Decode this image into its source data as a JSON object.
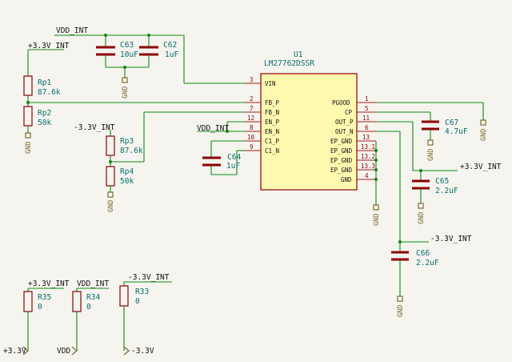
{
  "ic": {
    "ref": "U1",
    "value": "LM27762DSSR",
    "pins": [
      {
        "num": "3",
        "name": "VIN"
      },
      {
        "num": "2",
        "name": "FB_P"
      },
      {
        "num": "7",
        "name": "FB_N"
      },
      {
        "num": "12",
        "name": "EN_P"
      },
      {
        "num": "8",
        "name": "EN_N"
      },
      {
        "num": "10",
        "name": "C1_P"
      },
      {
        "num": "9",
        "name": "C1_N"
      },
      {
        "num": "1",
        "name": "PGOOD"
      },
      {
        "num": "5",
        "name": "CP"
      },
      {
        "num": "11",
        "name": "OUT_P"
      },
      {
        "num": "6",
        "name": "OUT_N"
      },
      {
        "num": "13",
        "name": "EP_GND"
      },
      {
        "num": "13.1",
        "name": "EP_GND"
      },
      {
        "num": "13.2",
        "name": "EP_GND"
      },
      {
        "num": "13.3",
        "name": "EP_GND"
      },
      {
        "num": "4",
        "name": "GND"
      }
    ]
  },
  "capacitors": [
    {
      "ref": "C63",
      "value": "10uF"
    },
    {
      "ref": "C62",
      "value": "1uF"
    },
    {
      "ref": "C64",
      "value": "1uF"
    },
    {
      "ref": "C67",
      "value": "4.7uF"
    },
    {
      "ref": "C65",
      "value": "2.2uF"
    },
    {
      "ref": "C66",
      "value": "2.2uF"
    }
  ],
  "resistors": [
    {
      "ref": "Rp1",
      "value": "87.6k"
    },
    {
      "ref": "Rp2",
      "value": "50k"
    },
    {
      "ref": "Rp3",
      "value": "87.6k"
    },
    {
      "ref": "Rp4",
      "value": "50k"
    },
    {
      "ref": "R35",
      "value": "0"
    },
    {
      "ref": "R34",
      "value": "0"
    },
    {
      "ref": "R33",
      "value": "0"
    }
  ],
  "nets": {
    "vdd_int": "VDD_INT",
    "pos_3v3_int": "+3.3V_INT",
    "neg_3v3_int": "-3.3V_INT",
    "pos_3v3": "+3.3V",
    "vdd": "VDD",
    "neg_3v3": "-3.3V",
    "gnd": "GND"
  },
  "colors": {
    "wire": "#138a13",
    "component": "#8b0000",
    "ic_fill": "#fff9b0",
    "reference": "#0b6e6e",
    "ground": "#7a6a2a",
    "background": "#f5f4ef"
  }
}
